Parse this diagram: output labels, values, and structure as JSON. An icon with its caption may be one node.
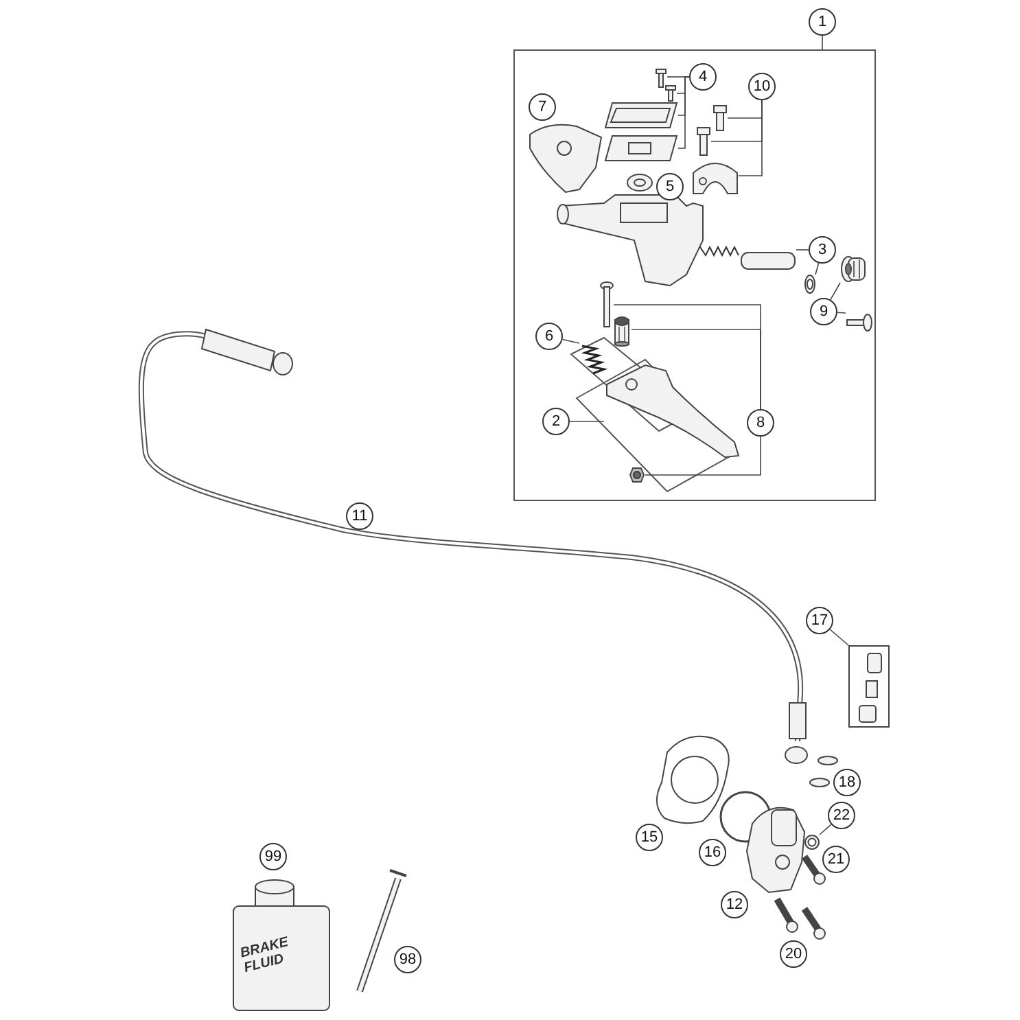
{
  "diagram": {
    "nodes": [
      {
        "text": [
          "1"
        ]
      },
      {
        "text": [],
        "shape": "box"
      },
      {
        "text": [
          "4"
        ],
        "in": 1
      },
      {
        "text": [
          "7"
        ],
        "in": 1
      },
      {
        "text": [
          "10"
        ],
        "in": 1
      },
      {
        "text": [
          "5"
        ],
        "in": 1
      },
      {
        "text": [
          "3"
        ],
        "in": 1
      },
      {
        "text": [
          "9"
        ],
        "in": 1
      },
      {
        "text": [
          "6"
        ],
        "in": 1
      },
      {
        "text": [
          "2"
        ],
        "in": 1
      },
      {
        "text": [
          "8"
        ],
        "in": 1
      },
      {
        "text": [
          "11"
        ]
      },
      {
        "text": [
          "17"
        ]
      },
      {
        "text": [
          "18"
        ]
      },
      {
        "text": [
          "22"
        ]
      },
      {
        "text": [
          "15"
        ]
      },
      {
        "text": [
          "16"
        ]
      },
      {
        "text": [
          "21"
        ]
      },
      {
        "text": [
          "12"
        ]
      },
      {
        "text": [
          "20"
        ]
      },
      {
        "text": [
          "99"
        ]
      },
      {
        "text": [
          "98"
        ]
      },
      {
        "text": [],
        "shape": "picture",
        "in": 1
      },
      {
        "text": [],
        "shape": "picture",
        "in": 1
      },
      {
        "text": [],
        "shape": "picture",
        "in": 1
      },
      {
        "text": [],
        "shape": "picture",
        "in": 1
      },
      {
        "text": [],
        "shape": "picture",
        "in": 1
      },
      {
        "text": [],
        "shape": "picture",
        "in": 1
      },
      {
        "text": [],
        "shape": "picture",
        "in": 1
      },
      {
        "text": [],
        "shape": "picture",
        "in": 1
      },
      {
        "text": [],
        "shape": "picture",
        "in": 1
      },
      {
        "text": [],
        "shape": "picture",
        "in": 1
      },
      {
        "text": [],
        "shape": "picture",
        "in": 1
      },
      {
        "text": [],
        "shape": "picture",
        "in": 1
      },
      {
        "text": [],
        "shape": "picture",
        "in": 1
      },
      {
        "text": [],
        "shape": "picture",
        "in": 1
      },
      {
        "text": [],
        "shape": "picture",
        "in": 1
      },
      {
        "text": [],
        "shape": "picture",
        "in": 1
      },
      {
        "text": [],
        "shape": "picture"
      },
      {
        "text": [],
        "shape": "picture"
      }
    ],
    "edges": [
      {
        "from": 0,
        "to": 1,
        "arrow": "none"
      },
      {
        "from": 2,
        "to": 22,
        "arrow": "none"
      },
      {
        "from": 2,
        "to": 23,
        "arrow": "none"
      },
      {
        "from": 2,
        "to": 24,
        "arrow": "none"
      },
      {
        "from": 2,
        "to": 25,
        "arrow": "none"
      },
      {
        "from": 4,
        "to": 26,
        "arrow": "none"
      },
      {
        "from": 4,
        "to": 27,
        "arrow": "none"
      },
      {
        "from": 4,
        "to": 28,
        "arrow": "none"
      },
      {
        "from": 6,
        "to": 29,
        "arrow": "none"
      },
      {
        "from": 6,
        "to": 30,
        "arrow": "none"
      },
      {
        "from": 7,
        "to": 31,
        "arrow": "none"
      },
      {
        "from": 7,
        "to": 32,
        "arrow": "none"
      },
      {
        "from": 8,
        "to": 33,
        "arrow": "none"
      },
      {
        "from": 9,
        "to": 34,
        "arrow": "none"
      },
      {
        "from": 10,
        "to": 35,
        "arrow": "none"
      },
      {
        "from": 10,
        "to": 36,
        "arrow": "none"
      },
      {
        "from": 10,
        "to": 37,
        "arrow": "none"
      },
      {
        "from": 12,
        "to": 38,
        "arrow": "none"
      },
      {
        "from": 14,
        "to": 39,
        "arrow": "none"
      }
    ],
    "labels": [
      "BRAKE FLUID"
    ]
  }
}
